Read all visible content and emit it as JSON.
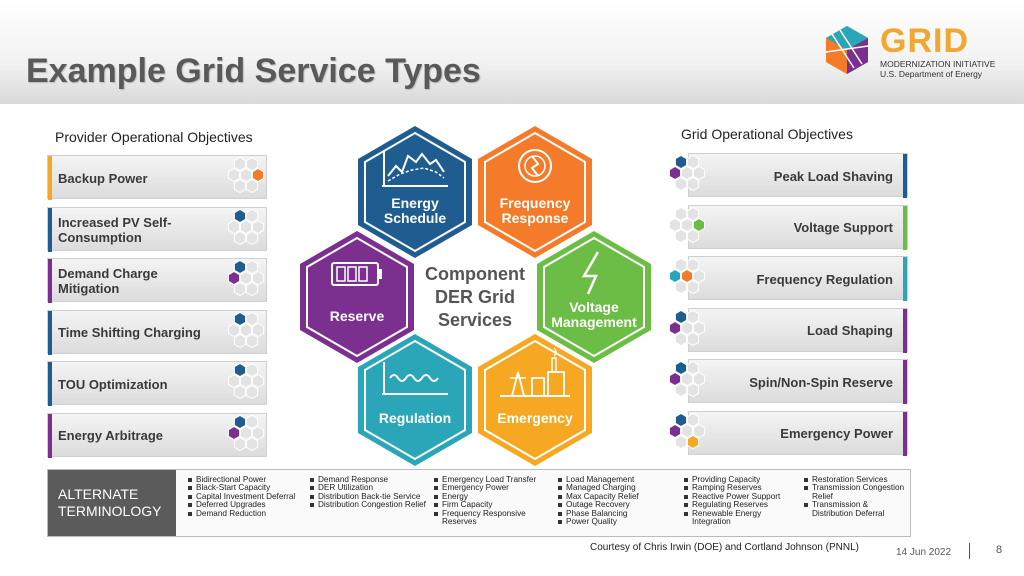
{
  "title": "Example Grid Service Types",
  "logo": {
    "word": "GRID",
    "line1": "MODERNIZATION INITIATIVE",
    "line2": "U.S. Department of Energy",
    "icon": "hexagon-cube-logo-icon"
  },
  "provider_heading": "Provider Operational Objectives",
  "grid_heading": "Grid Operational Objectives",
  "colors": {
    "blue": "#1f5c8f",
    "orange": "#f47b2a",
    "purple": "#7b2f8f",
    "green": "#6cbd45",
    "teal": "#2aa6b8",
    "yellow": "#f7a823",
    "gray": "#cfcfcf"
  },
  "provider_items": [
    {
      "label": "Backup Power",
      "accent": "#f7a823",
      "lit": [
        "orange"
      ]
    },
    {
      "label": "Increased PV Self-Consumption",
      "accent": "#1f5c8f",
      "lit": [
        "blue"
      ]
    },
    {
      "label": "Demand Charge Mitigation",
      "accent": "#7b2f8f",
      "lit": [
        "blue",
        "purple"
      ]
    },
    {
      "label": "Time Shifting Charging",
      "accent": "#1f5c8f",
      "lit": [
        "blue"
      ]
    },
    {
      "label": "TOU Optimization",
      "accent": "#1f5c8f",
      "lit": [
        "blue"
      ]
    },
    {
      "label": "Energy Arbitrage",
      "accent": "#7b2f8f",
      "lit": [
        "blue",
        "purple"
      ]
    }
  ],
  "grid_items": [
    {
      "label": "Peak Load Shaving",
      "accent": "#1f5c8f",
      "lit": [
        "blue",
        "purple"
      ]
    },
    {
      "label": "Voltage Support",
      "accent": "#6cbd45",
      "lit": [
        "green"
      ]
    },
    {
      "label": "Frequency Regulation",
      "accent": "#2aa6b8",
      "lit": [
        "orange",
        "teal"
      ]
    },
    {
      "label": "Load Shaping",
      "accent": "#7b2f8f",
      "lit": [
        "blue",
        "purple"
      ]
    },
    {
      "label": "Spin/Non-Spin Reserve",
      "accent": "#7b2f8f",
      "lit": [
        "blue",
        "purple"
      ]
    },
    {
      "label": "Emergency Power",
      "accent": "#7b2f8f",
      "lit": [
        "blue",
        "purple",
        "yellow"
      ]
    }
  ],
  "center": {
    "line1": "Component",
    "line2": "DER Grid",
    "line3": "Services"
  },
  "hexagons": [
    {
      "key": "energy",
      "line1": "Energy",
      "line2": "Schedule",
      "color": "#1f5c8f",
      "icon": "energy-schedule-chart-icon"
    },
    {
      "key": "frequency",
      "line1": "Frequency",
      "line2": "Response",
      "color": "#f47b2a",
      "icon": "frequency-response-gauge-icon"
    },
    {
      "key": "reserve",
      "line1": "Reserve",
      "line2": "",
      "color": "#7b2f8f",
      "icon": "battery-icon"
    },
    {
      "key": "voltage",
      "line1": "Voltage",
      "line2": "Management",
      "color": "#6cbd45",
      "icon": "lightning-bolt-icon"
    },
    {
      "key": "regulation",
      "line1": "Regulation",
      "line2": "",
      "color": "#2aa6b8",
      "icon": "regulation-wave-icon"
    },
    {
      "key": "emergency",
      "line1": "Emergency",
      "line2": "",
      "color": "#f7a823",
      "icon": "power-plant-icon"
    }
  ],
  "alternate": {
    "heading1": "ALTERNATE",
    "heading2": "TERMINOLOGY",
    "columns": [
      [
        "Bidirectional Power",
        "Black-Start Capacity",
        "Capital Investment Deferral",
        "Deferred Upgrades",
        "Demand Reduction"
      ],
      [
        "Demand Response",
        "DER Utilization",
        "Distribution Back-tie Service",
        "Distribution Congestion Relief"
      ],
      [
        "Emergency Load Transfer",
        "Emergency Power",
        "Energy",
        "Firm Capacity",
        "Frequency Responsive Reserves"
      ],
      [
        "Load Management",
        "Managed Charging",
        "Max Capacity Relief",
        "Outage Recovery",
        "Phase Balancing",
        "Power Quality"
      ],
      [
        "Providing Capacity",
        "Ramping Reserves",
        "Reactive Power Support",
        "Regulating Reserves",
        "Renewable Energy Integration"
      ],
      [
        "Restoration Services",
        "Transmission Congestion Relief",
        "Transmission & Distribution Deferral"
      ]
    ]
  },
  "credit": "Courtesy of Chris Irwin (DOE) and  Cortland Johnson (PNNL)",
  "date": "14 Jun 2022",
  "page_number": "8"
}
